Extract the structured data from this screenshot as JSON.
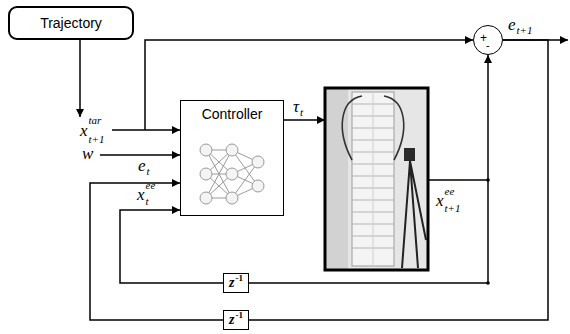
{
  "diagram": {
    "nodes": [
      {
        "text": [
          "Trajectory"
        ]
      },
      {
        "text": [
          "+",
          "-"
        ]
      },
      {
        "text": [
          "Controller"
        ]
      },
      {
        "text": [
          "z",
          "-1"
        ]
      },
      {
        "text": [
          "z",
          "-1"
        ]
      }
    ],
    "edges": [
      {
        "from": 3,
        "to": 2,
        "arrow": "to"
      },
      {
        "from": 4,
        "to": 2,
        "arrow": "to"
      },
      {
        "from": 1,
        "to": 4,
        "arrow": "none"
      }
    ],
    "labels": [
      "x",
      "tar",
      "t+1",
      "w",
      "e",
      "t",
      "x",
      "ee",
      "t",
      "τ",
      "t",
      "x",
      "ee",
      "t+1",
      "e",
      "t+1"
    ]
  }
}
